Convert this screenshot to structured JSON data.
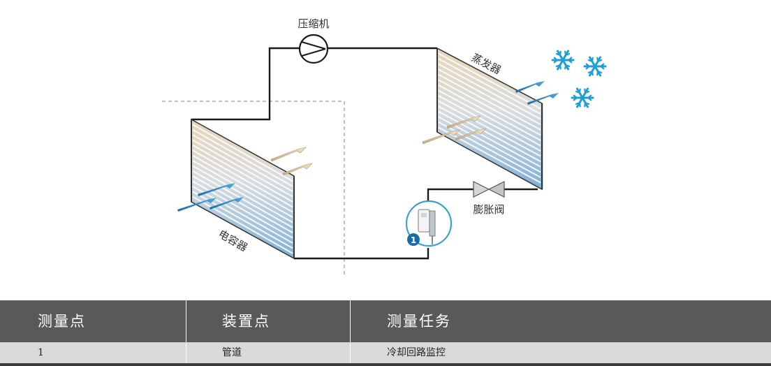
{
  "diagram": {
    "compressor_label": "压缩机",
    "evaporator_label": "蒸发器",
    "condenser_label": "电容器",
    "valve_label": "膨胀阀",
    "measurement_marker": "1",
    "colors": {
      "pipe": "#1a1a1a",
      "cold_arrow": "#2e86b8",
      "warm_arrow": "#e3cfae",
      "snowflake": "#1d9fd6",
      "sensor_ring": "#39a3cf",
      "marker_fill": "#1a6aa8"
    },
    "icons": [
      "compressor-icon",
      "expansion-valve-icon",
      "sensor-icon",
      "snowflake-icon"
    ]
  },
  "table": {
    "headers": [
      "测量点",
      "装置点",
      "测量任务"
    ],
    "rows": [
      [
        "1",
        "管道",
        "冷却回路监控"
      ]
    ],
    "header_bg": "#58595b",
    "row_bg": "#d8dada"
  }
}
